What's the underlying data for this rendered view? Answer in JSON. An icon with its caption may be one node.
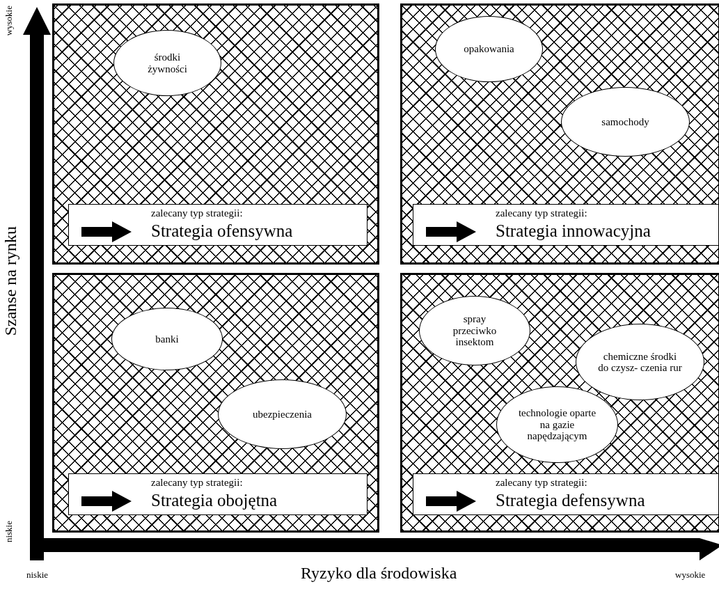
{
  "diagram": {
    "nodes": [
      {
        "text": [],
        "shape": "box"
      },
      {
        "text": [
          "środki żywności"
        ],
        "in": 0
      },
      {
        "text": [
          "zalecany typ strategii:",
          "Strategia ofensywna"
        ],
        "in": 0
      },
      {
        "text": [],
        "shape": "box"
      },
      {
        "text": [
          "opakowania"
        ],
        "in": 3
      },
      {
        "text": [
          "samochody"
        ],
        "in": 3
      },
      {
        "text": [
          "zalecany typ strategii:",
          "Strategia innowacyjna"
        ],
        "in": 3
      },
      {
        "text": [],
        "shape": "box"
      },
      {
        "text": [
          "banki"
        ],
        "in": 7
      },
      {
        "text": [
          "ubezpieczenia"
        ],
        "in": 7
      },
      {
        "text": [
          "zalecany typ strategii:",
          "Strategia obojętna"
        ],
        "in": 7
      },
      {
        "text": [],
        "shape": "box"
      },
      {
        "text": [
          "spray przeciwko insektom"
        ],
        "in": 11
      },
      {
        "text": [
          "chemiczne środki do czysz- czenia rur"
        ],
        "in": 11
      },
      {
        "text": [
          "technologie oparte na gazie napędzającym"
        ],
        "in": 11
      },
      {
        "text": [
          "zalecany typ strategii:",
          "Strategia defensywna"
        ],
        "in": 11
      }
    ],
    "edges": [],
    "labels": [
      "wysokie",
      "Szanse na rynku",
      "niskie",
      "niskie",
      "Ryzyko dla środowiska",
      "wysokie"
    ]
  }
}
